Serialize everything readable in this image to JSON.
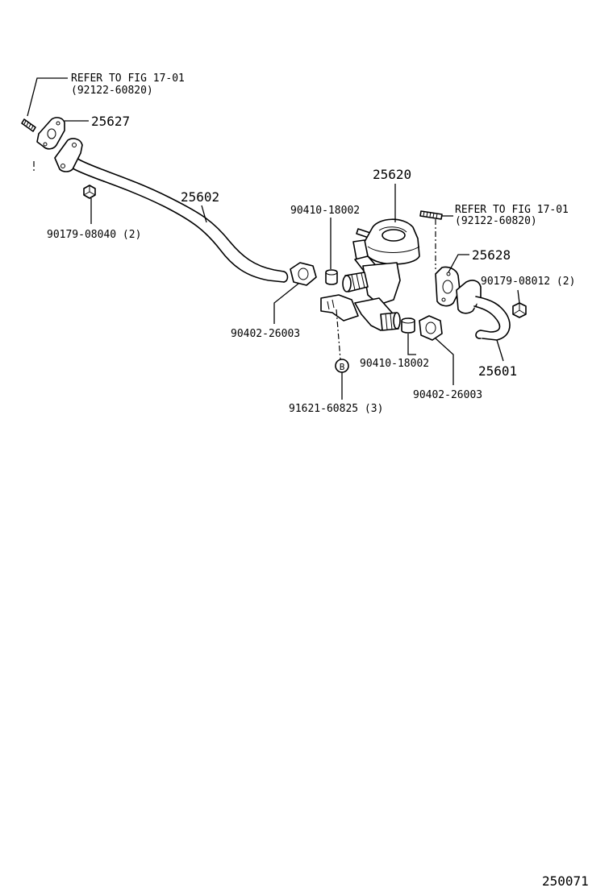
{
  "labels": {
    "refer_left_line1": "REFER TO FIG 17-01",
    "refer_left_line2": "(92122-60820)",
    "p25627": "25627",
    "p25602": "25602",
    "p90179_08040": "90179-08040 (2)",
    "p90410_18002_top": "90410-18002",
    "p25620": "25620",
    "refer_right_line1": "REFER TO FIG 17-01",
    "refer_right_line2": "(92122-60820)",
    "p25628": "25628",
    "p90179_08012": "90179-08012 (2)",
    "p90402_26003_left": "90402-26003",
    "p90410_18002_bottom": "90410-18002",
    "p25601": "25601",
    "p90402_26003_right": "90402-26003",
    "p91621_60825": "91621-60825 (3)",
    "callout_b": "B",
    "figure_number": "250071"
  }
}
